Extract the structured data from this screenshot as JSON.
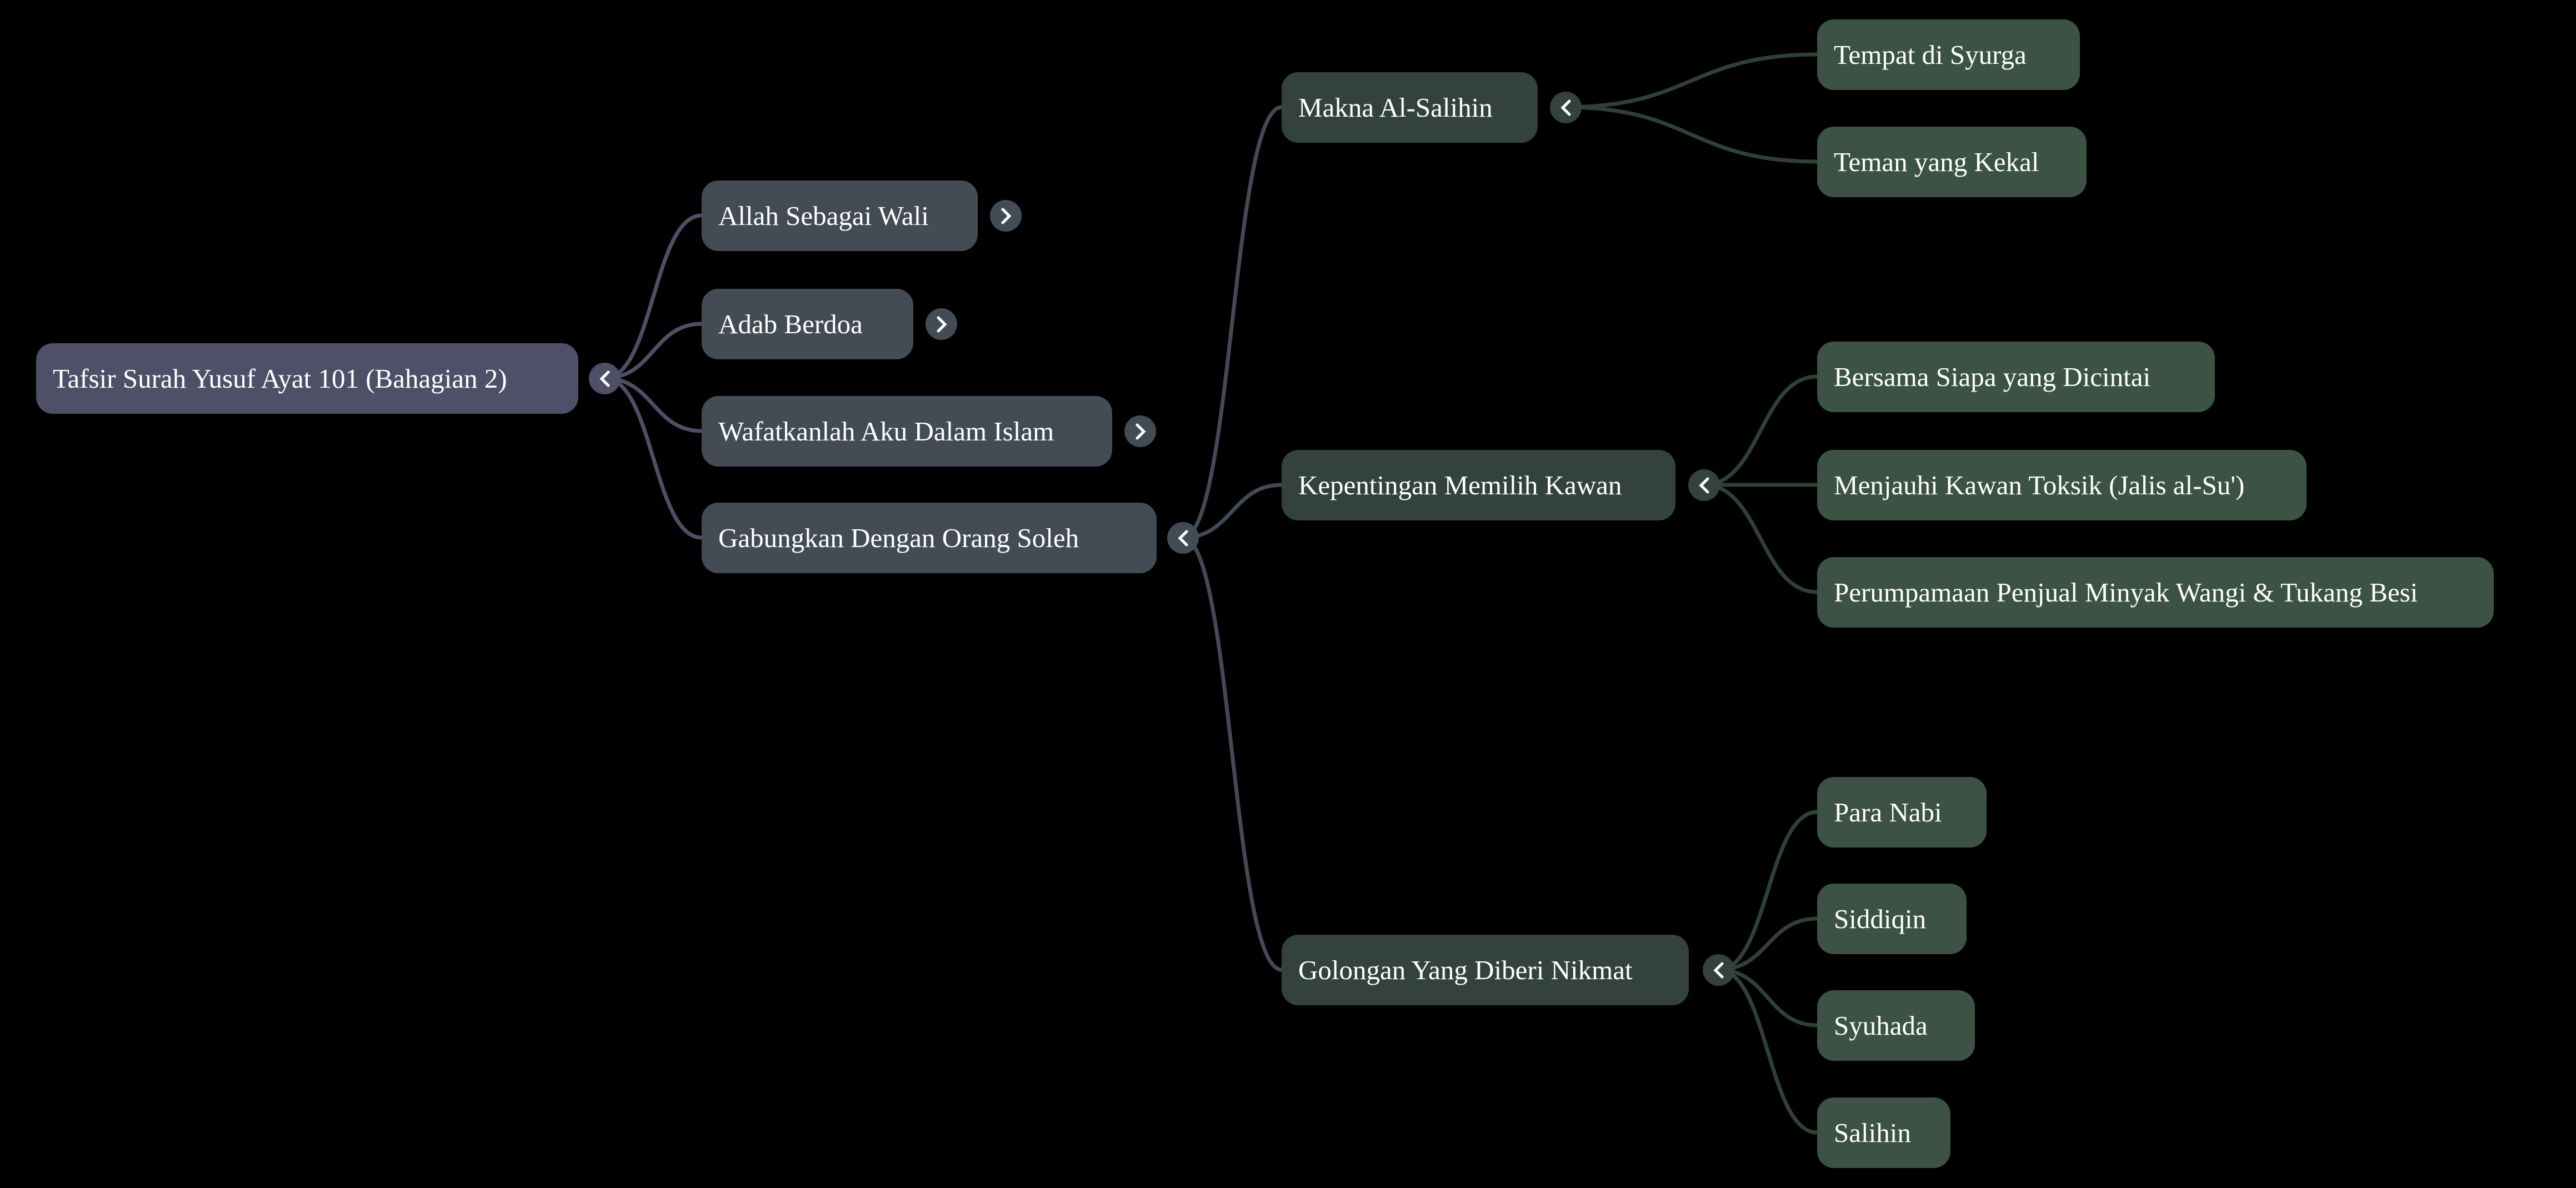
{
  "canvas": {
    "background": "#000000"
  },
  "palette": {
    "root_node": "#4f4f68",
    "branch_node": "#434c55",
    "topic_node": "#33433c",
    "subtopic_node": "#3c5244",
    "root_link": "#4e4e66",
    "branch_link": "#424a54",
    "topic_link": "#2f4037",
    "text": "#ffffff",
    "chevron": "#ffffff"
  },
  "icons": {
    "collapse": "chevron-left",
    "expand": "chevron-right"
  },
  "tree": {
    "label": "Tafsir Surah Yusuf Ayat 101 (Bahagian 2)",
    "toggle": "collapse",
    "children": [
      {
        "label": "Allah Sebagai Wali",
        "toggle": "expand",
        "children": []
      },
      {
        "label": "Adab Berdoa",
        "toggle": "expand",
        "children": []
      },
      {
        "label": "Wafatkanlah Aku Dalam Islam",
        "toggle": "expand",
        "children": []
      },
      {
        "label": "Gabungkan Dengan Orang Soleh",
        "toggle": "collapse",
        "children": [
          {
            "label": "Makna Al-Salihin",
            "toggle": "collapse",
            "children": [
              {
                "label": "Tempat di Syurga"
              },
              {
                "label": "Teman yang Kekal"
              }
            ]
          },
          {
            "label": "Kepentingan Memilih Kawan",
            "toggle": "collapse",
            "children": [
              {
                "label": "Bersama Siapa yang Dicintai"
              },
              {
                "label": "Menjauhi Kawan Toksik (Jalis al-Su')"
              },
              {
                "label": "Perumpamaan Penjual Minyak Wangi & Tukang Besi"
              }
            ]
          },
          {
            "label": "Golongan Yang Diberi Nikmat",
            "toggle": "collapse",
            "children": [
              {
                "label": "Para Nabi"
              },
              {
                "label": "Siddiqin"
              },
              {
                "label": "Syuhada"
              },
              {
                "label": "Salihin"
              }
            ]
          }
        ]
      }
    ]
  }
}
